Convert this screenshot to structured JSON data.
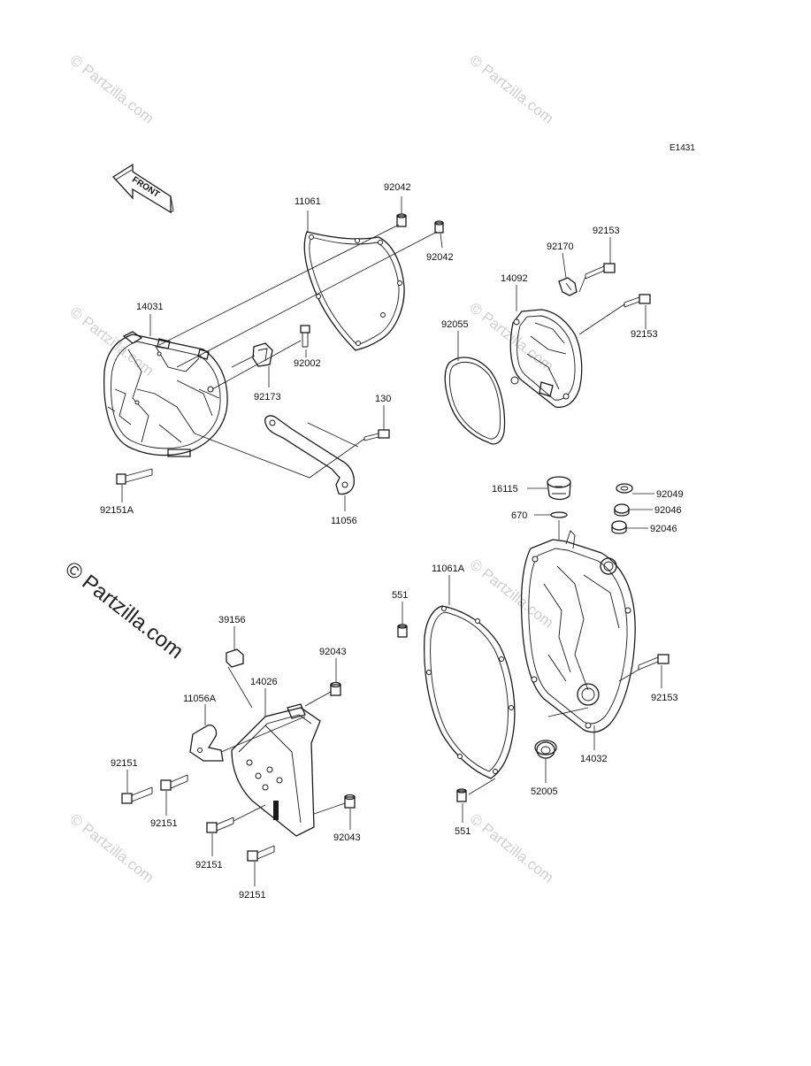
{
  "diagram": {
    "ref_code": "E1431",
    "front_label": "FRONT",
    "watermark": "© Partzilla.com",
    "labels": {
      "l_92042a": "92042",
      "l_11061": "11061",
      "l_92042b": "92042",
      "l_14031": "14031",
      "l_92002": "92002",
      "l_92173": "92173",
      "l_130": "130",
      "l_11056": "11056",
      "l_92151A": "92151A",
      "l_92153a": "92153",
      "l_92170": "92170",
      "l_14092": "14092",
      "l_92055": "92055",
      "l_92153b": "92153",
      "l_16115": "16115",
      "l_670": "670",
      "l_92049": "92049",
      "l_92046a": "92046",
      "l_92046b": "92046",
      "l_11061A": "11061A",
      "l_551a": "551",
      "l_39156": "39156",
      "l_92043a": "92043",
      "l_14026": "14026",
      "l_11056A": "11056A",
      "l_92151a": "92151",
      "l_92151b": "92151",
      "l_92151c": "92151",
      "l_92151d": "92151",
      "l_92043b": "92043",
      "l_92153c": "92153",
      "l_14032": "14032",
      "l_52005": "52005",
      "l_551b": "551"
    }
  }
}
